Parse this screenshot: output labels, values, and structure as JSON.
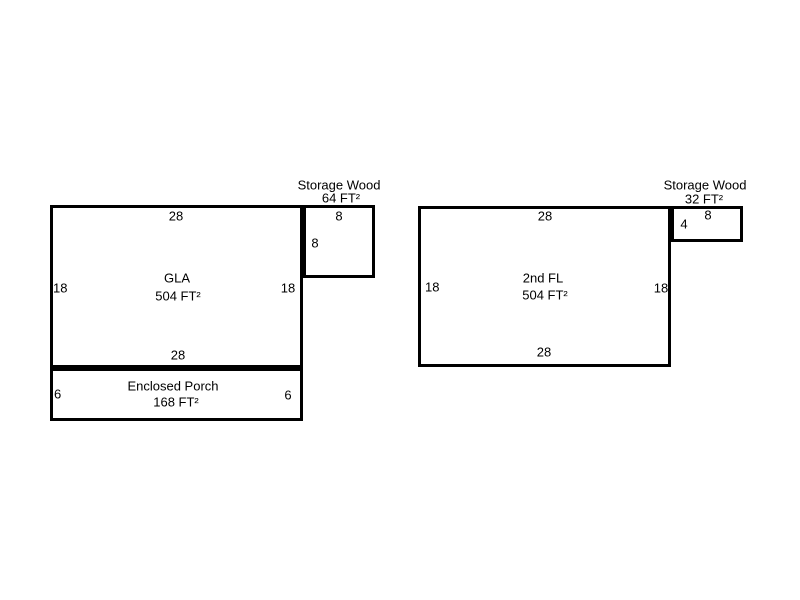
{
  "sketch": {
    "background_color": "#ffffff",
    "line_color": "#000000",
    "floor1": {
      "storage_label": "Storage Wood",
      "storage_area": "64 FT²",
      "storage_dim_top": "8",
      "storage_dim_side": "8",
      "gla_label": "GLA",
      "gla_area": "504 FT²",
      "gla_dim_top": "28",
      "gla_dim_left": "18",
      "gla_dim_right": "18",
      "gla_dim_bottom": "28",
      "porch_label": "Enclosed Porch",
      "porch_area": "168 FT²",
      "porch_dim_left": "6",
      "porch_dim_right": "6"
    },
    "floor2": {
      "storage_label": "Storage Wood",
      "storage_area": "32 FT²",
      "storage_dim_top": "8",
      "storage_dim_side": "4",
      "main_label": "2nd FL",
      "main_area": "504 FT²",
      "main_dim_top": "28",
      "main_dim_left": "18",
      "main_dim_right": "18",
      "main_dim_bottom": "28"
    }
  }
}
